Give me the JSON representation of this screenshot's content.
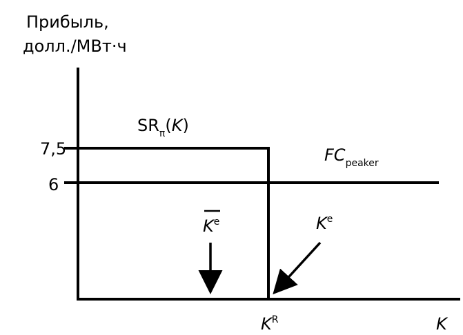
{
  "y_axis_title_line1": "Прибыль,",
  "y_axis_title_line2": "долл./МВт·ч",
  "x_axis_label": "K",
  "ticks": {
    "upper": "7,5",
    "lower": "6"
  },
  "curves": {
    "sr": {
      "main": "SR",
      "subscript": "π",
      "argument": "K"
    },
    "fc": {
      "main": "FC",
      "subscript": "peaker"
    }
  },
  "markers": {
    "k_e_bar": {
      "main": "K",
      "superscript": "e"
    },
    "k_e": {
      "main": "K",
      "superscript": "e"
    },
    "k_r": {
      "main": "K",
      "superscript": "R"
    }
  },
  "chart_data": {
    "type": "line",
    "xlabel": "K",
    "ylabel": "Прибыль, долл./МВт·ч",
    "y_ticks": [
      7.5,
      6
    ],
    "series": [
      {
        "name": "SRπ(K)",
        "description_points": [
          [
            "0",
            7.5
          ],
          [
            "K^R",
            7.5
          ],
          [
            "K^R",
            0
          ]
        ]
      },
      {
        "name": "FCpeaker",
        "description_points": [
          [
            "0",
            6
          ],
          [
            "K",
            6
          ]
        ]
      }
    ],
    "x_markers": [
      "K̄^e",
      "K^e",
      "K^R"
    ]
  }
}
